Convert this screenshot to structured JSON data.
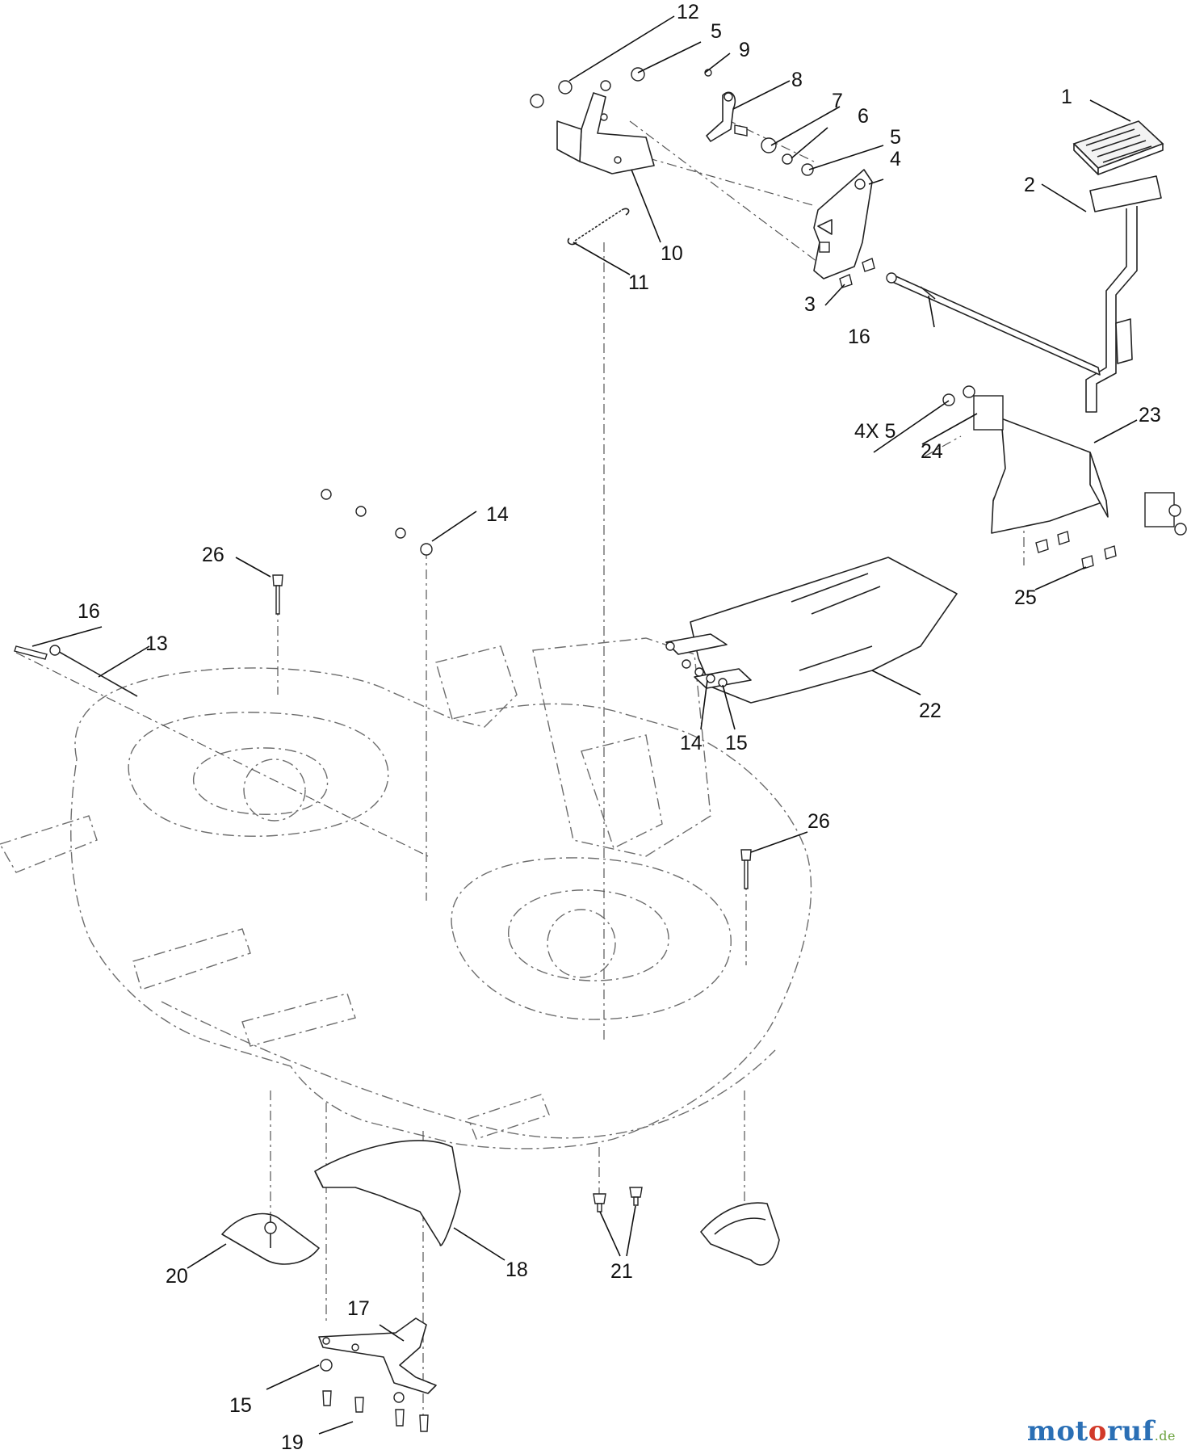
{
  "callouts": {
    "c1": "1",
    "c2": "2",
    "c3": "3",
    "c4": "4",
    "c5a": "5",
    "c5b": "5",
    "c5c": "4X  5",
    "c6": "6",
    "c7": "7",
    "c8": "8",
    "c9": "9",
    "c10": "10",
    "c11": "11",
    "c12": "12",
    "c13": "13",
    "c14a": "14",
    "c14b": "14",
    "c15a": "15",
    "c15b": "15",
    "c16a": "16",
    "c16b": "16",
    "c17": "17",
    "c18": "18",
    "c19": "19",
    "c20": "20",
    "c21": "21",
    "c22": "22",
    "c23": "23",
    "c24": "24",
    "c25": "25",
    "c26a": "26",
    "c26b": "26"
  },
  "watermark": {
    "part_a": "mot",
    "part_b": "o",
    "part_c": "ruf",
    "suffix": ".de"
  },
  "colors": {
    "line": "#222222",
    "ghost_line": "#6d6d6d",
    "watermark_blue": "#2a6fb5",
    "watermark_red": "#d23a2a",
    "watermark_green": "#6aa13a"
  }
}
